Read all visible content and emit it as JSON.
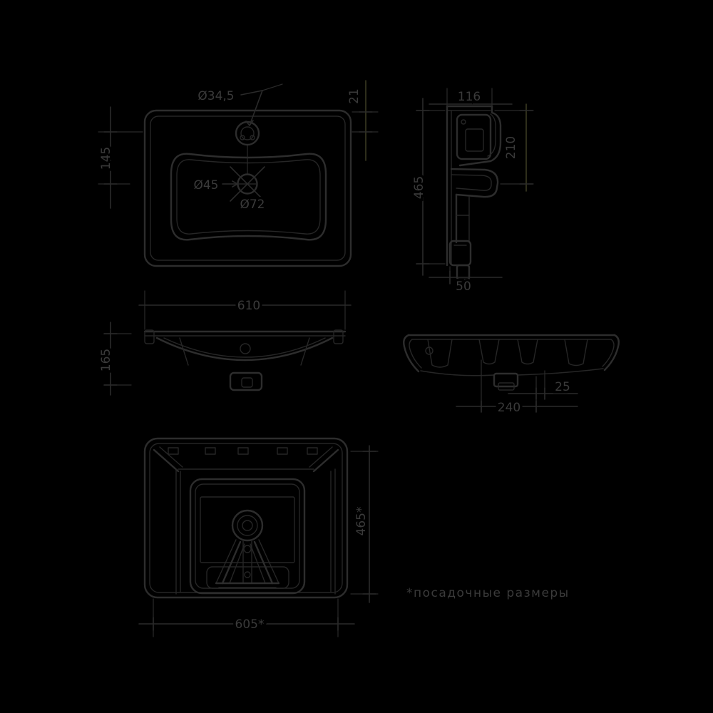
{
  "note": "*посадочные размеры",
  "plan_view": {
    "faucet_hole_dia": "Ø34,5",
    "faucet_to_drain": "145",
    "rim_to_faucet": "21",
    "drain_dia": "Ø45",
    "overflow_dia": "Ø72"
  },
  "side_view": {
    "ledge_width": "116",
    "depth": "465",
    "mount_height": "210",
    "tab_offset": "50"
  },
  "front_view": {
    "overall_width": "610",
    "height": "165"
  },
  "section_view": {
    "drain_offset": "240",
    "edge_gap": "25"
  },
  "bottom_view": {
    "seat_width": "605*",
    "seat_depth": "465*"
  },
  "colors": {
    "bg": "#000000",
    "line": "#2d2d2d",
    "dim": "#2a2a2a",
    "text": "#3a3a3a",
    "accent": "#3a3a22"
  }
}
